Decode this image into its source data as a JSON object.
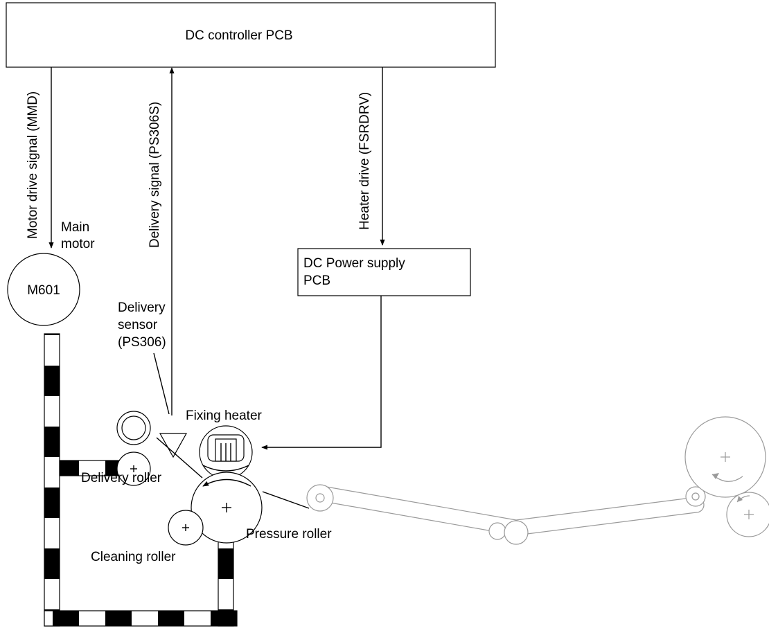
{
  "blocks": {
    "dc_controller": "DC controller PCB",
    "dc_power_line1": "DC Power supply",
    "dc_power_line2": "PCB"
  },
  "signals": {
    "motor_drive": "Motor drive signal (MMD)",
    "delivery": "Delivery signal (PS306S)",
    "heater_drive": "Heater drive (FSRDRV)"
  },
  "components": {
    "main_motor_line1": "Main",
    "main_motor_line2": "motor",
    "motor_id": "M601",
    "delivery_sensor_line1": "Delivery",
    "delivery_sensor_line2": "sensor",
    "delivery_sensor_line3": "(PS306)",
    "fixing_heater": "Fixing heater",
    "delivery_roller": "Delivery roller",
    "pressure_roller": "Pressure roller",
    "cleaning_roller": "Cleaning roller"
  }
}
